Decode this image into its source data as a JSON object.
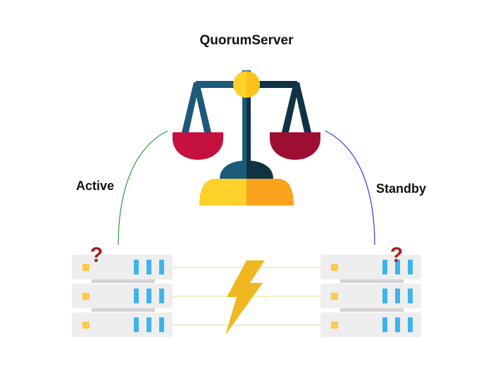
{
  "diagram": {
    "title": "QuorumServer",
    "left_label": "Active",
    "right_label": "Standby",
    "unknown_mark": "?"
  },
  "colors": {
    "scale_dark_blue": "#1d5a7a",
    "scale_navy": "#0f3245",
    "pan_left": "#c4113f",
    "pan_right": "#9e0e33",
    "base_yellow": "#fdd02a",
    "base_orange": "#fca31e",
    "pivot": "#fcc21b",
    "server_body": "#eeeeee",
    "server_shadow": "#d3d3d3",
    "server_led": "#ffc94a",
    "server_slot": "#3db4ec",
    "question_mark": "#a81d1d",
    "lightning": "#f0b820",
    "link_line": "#ede3a0",
    "active_line": "#2e9c3a",
    "standby_line": "#2b38d8"
  }
}
